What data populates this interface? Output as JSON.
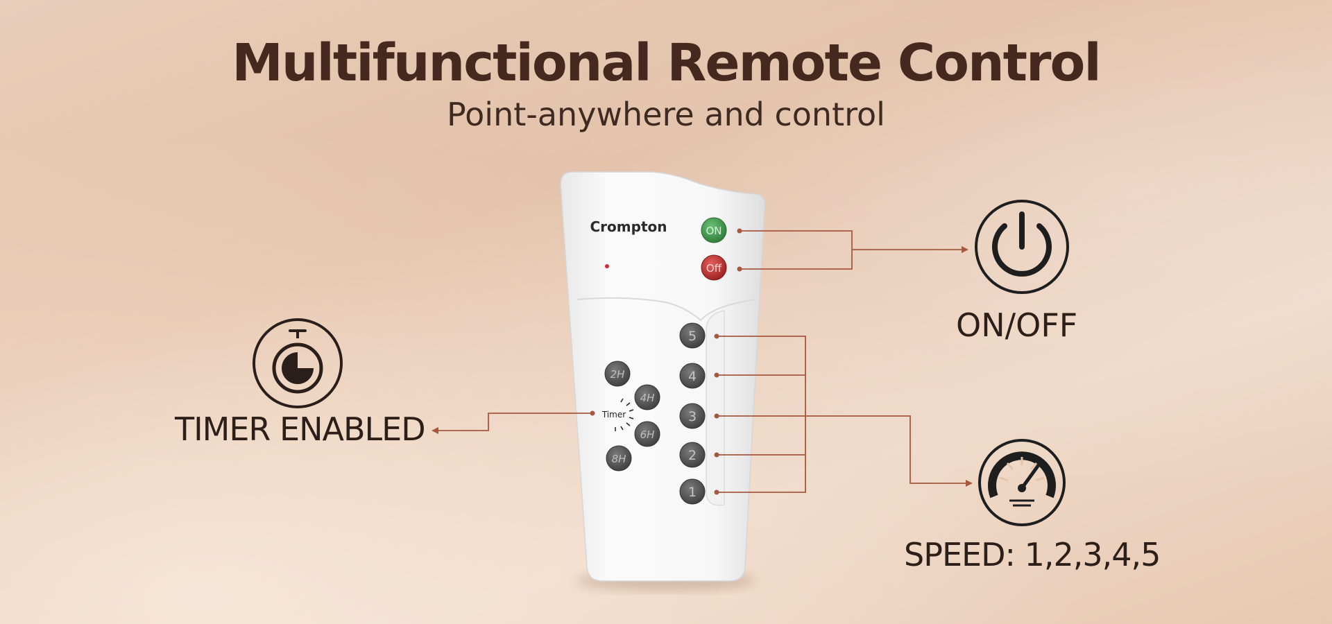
{
  "headline": {
    "title": "Multifunctional Remote Control",
    "subtitle": "Point-anywhere and control"
  },
  "remote": {
    "brand": "Crompton",
    "power_buttons": {
      "on_label": "ON",
      "off_label": "Off"
    },
    "speed_buttons": [
      "5",
      "4",
      "3",
      "2",
      "1"
    ],
    "timer_buttons": [
      "2H",
      "4H",
      "6H",
      "8H"
    ],
    "timer_caption": "Timer"
  },
  "features": {
    "timer": {
      "label": "TIMER ENABLED",
      "icon": "stopwatch-icon"
    },
    "power": {
      "label": "ON/OFF",
      "icon": "power-icon"
    },
    "speed": {
      "label": "SPEED: 1,2,3,4,5",
      "icon": "speedometer-icon"
    }
  },
  "colors": {
    "accent_line": "#a5583f",
    "heading": "#45291f",
    "on_button": "#3e9c4b",
    "off_button": "#c0312f",
    "number_button": "#565656"
  }
}
